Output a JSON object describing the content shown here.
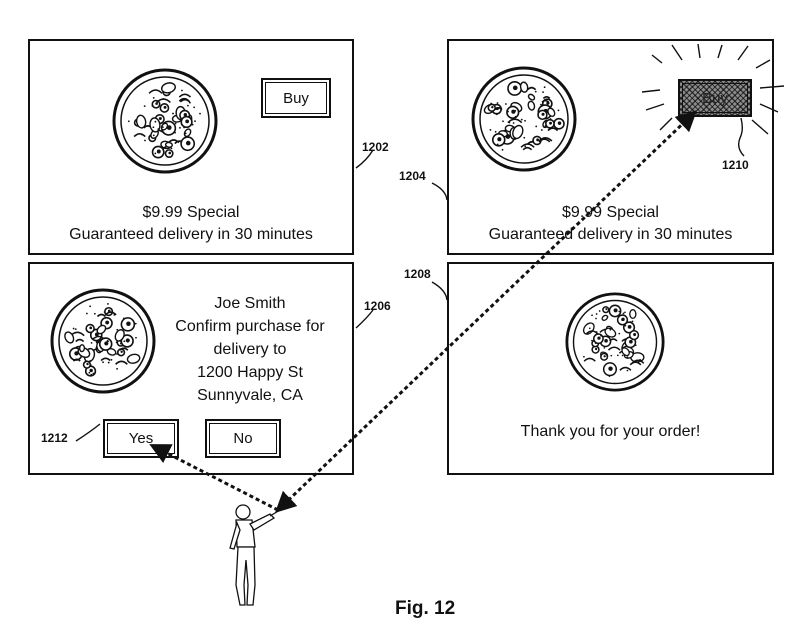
{
  "panel_1202": {
    "ref": "1202",
    "buy_label": "Buy",
    "line1": "$9.99 Special",
    "line2": "Guaranteed delivery in 30 minutes"
  },
  "panel_1204": {
    "ref": "1204",
    "buy_label": "Buy",
    "buy_ref": "1210",
    "line1": "$9.99 Special",
    "line2": "Guaranteed delivery in 30 minutes"
  },
  "panel_1206": {
    "ref": "1206",
    "lines": [
      "Joe Smith",
      "Confirm purchase for",
      "delivery to",
      "1200 Happy St",
      "Sunnyvale, CA"
    ],
    "yes_label": "Yes",
    "yes_ref": "1212",
    "no_label": "No"
  },
  "panel_1208": {
    "ref": "1208",
    "message": "Thank you for your order!"
  },
  "figure_label": "Fig. 12",
  "icons": [
    "pizza-icon",
    "user-pointing-icon"
  ]
}
